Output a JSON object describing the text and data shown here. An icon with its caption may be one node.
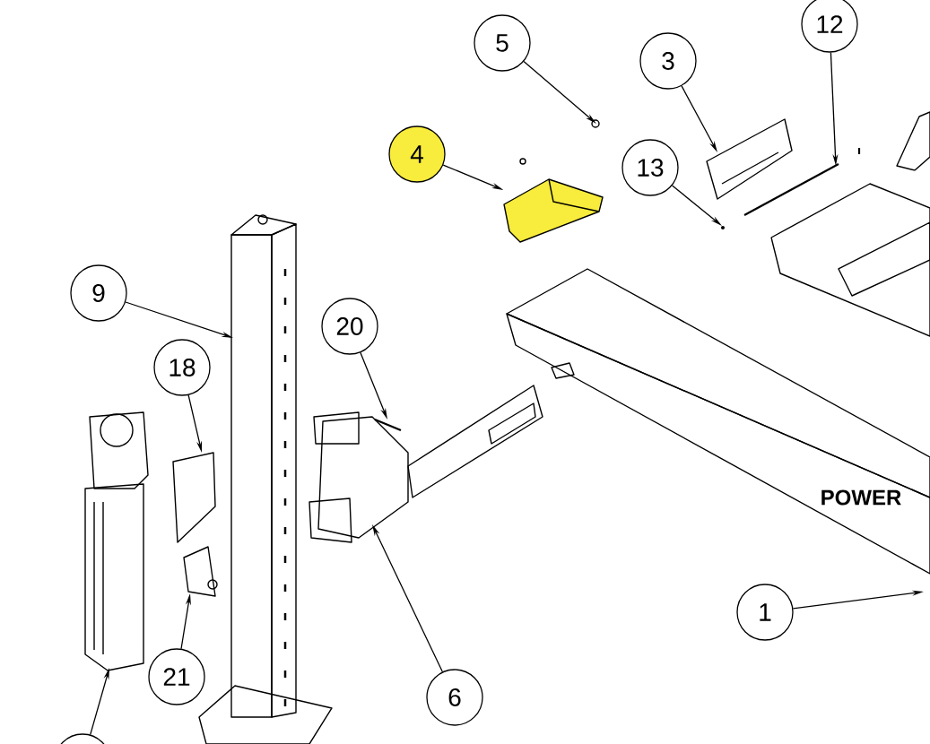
{
  "diagram": {
    "nodes": [
      {
        "text": [
          "12"
        ]
      },
      {
        "text": [
          "5"
        ]
      },
      {
        "text": [
          "3"
        ]
      },
      {
        "text": [
          "4"
        ]
      },
      {
        "text": [
          "13"
        ]
      },
      {
        "text": [
          "9"
        ]
      },
      {
        "text": [
          "20"
        ]
      },
      {
        "text": [
          "18"
        ]
      },
      {
        "text": [
          "1"
        ]
      },
      {
        "text": [
          "21"
        ]
      },
      {
        "text": [
          "6"
        ]
      },
      {
        "text": [],
        "shape": "circle"
      },
      {
        "text": [],
        "shape": "picture"
      }
    ],
    "edges": [
      {
        "from": 0,
        "to": null,
        "arrow": "to"
      },
      {
        "from": 1,
        "to": null,
        "arrow": "to"
      },
      {
        "from": 2,
        "to": null,
        "arrow": "to"
      },
      {
        "from": 3,
        "to": 12,
        "arrow": "to"
      },
      {
        "from": 4,
        "to": null,
        "arrow": "to"
      },
      {
        "from": 5,
        "to": null,
        "arrow": "to"
      },
      {
        "from": 6,
        "to": null,
        "arrow": "to"
      },
      {
        "from": 7,
        "to": null,
        "arrow": "to"
      },
      {
        "from": 8,
        "to": null,
        "arrow": "to"
      },
      {
        "from": 9,
        "to": null,
        "arrow": "to"
      },
      {
        "from": 10,
        "to": null,
        "arrow": "to"
      },
      {
        "from": 11,
        "to": null,
        "arrow": "to"
      }
    ],
    "labels": [
      "POWER"
    ]
  }
}
